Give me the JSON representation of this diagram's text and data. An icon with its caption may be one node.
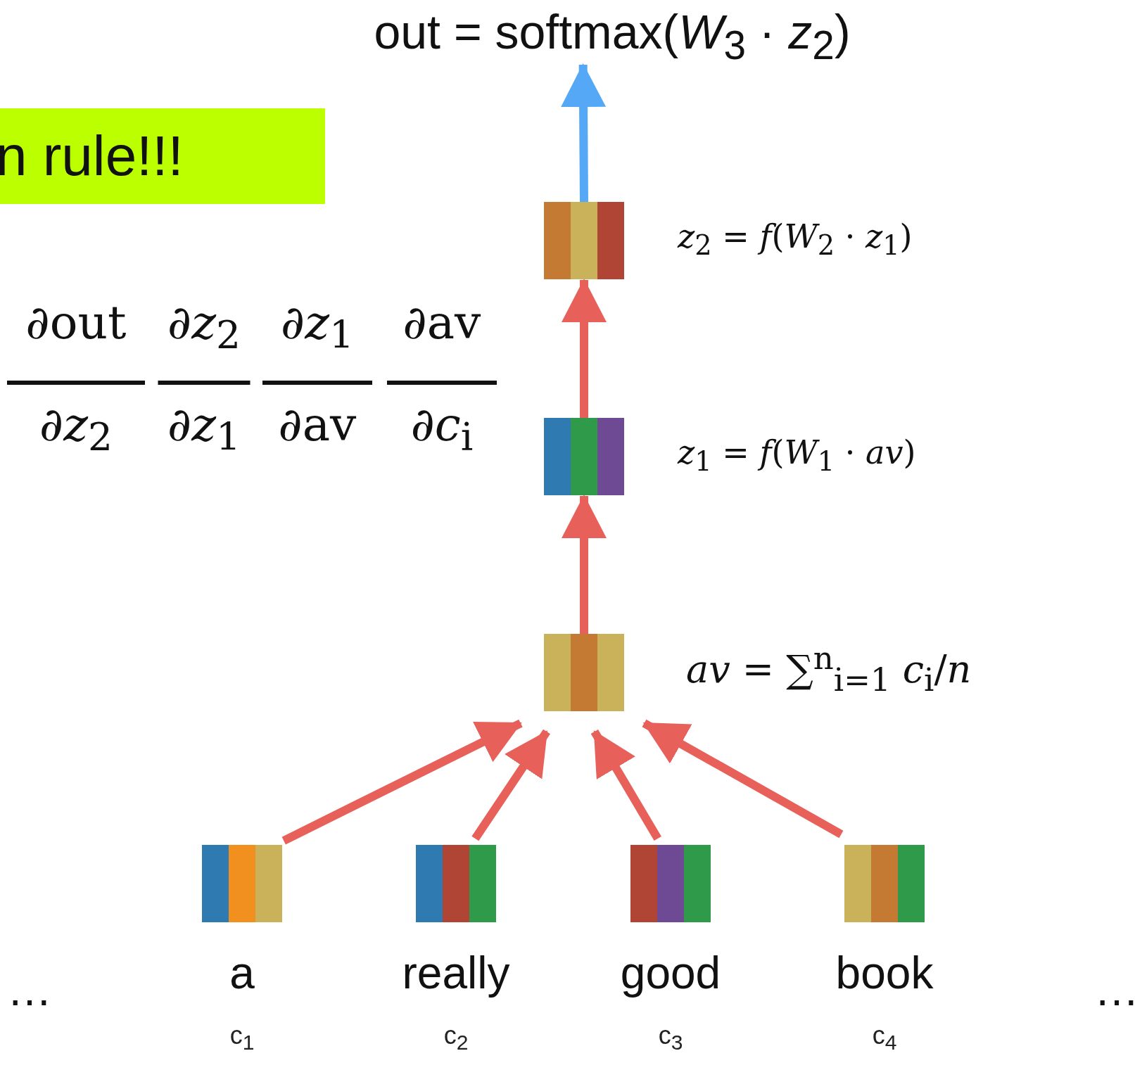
{
  "diagram": {
    "nodes": [
      {
        "text": [
          "out = softmax(*W*$_{3}$ · *z*$_{2}$)"
        ]
      },
      {
        "text": [
          "n rule!!!"
        ]
      },
      {
        "text": [],
        "shape": "box",
        "beside": [
          "*z*$_{2}$ = *f*(*W*$_{2}$ · *z*$_{1}$)"
        ]
      },
      {
        "text": [],
        "shape": "box",
        "beside": [
          "*z*$_{1}$ = *f*(*W*$_{1}$ · *av*)"
        ]
      },
      {
        "text": [],
        "shape": "box",
        "beside": [
          "*av* = ∑$^{n}$$_{i=1}$ *c*$_{i}$/*n*"
        ]
      },
      {
        "text": [],
        "shape": "box",
        "beside": [
          "a",
          "c$_{1}$"
        ]
      },
      {
        "text": [],
        "shape": "box",
        "beside": [
          "really",
          "c$_{2}$"
        ]
      },
      {
        "text": [],
        "shape": "box",
        "beside": [
          "good",
          "c$_{3}$"
        ]
      },
      {
        "text": [],
        "shape": "box",
        "beside": [
          "book",
          "c$_{4}$"
        ]
      }
    ],
    "edges": [
      {
        "from": 5,
        "to": 4,
        "arrow": "to"
      },
      {
        "from": 6,
        "to": 4,
        "arrow": "to"
      },
      {
        "from": 7,
        "to": 4,
        "arrow": "to"
      },
      {
        "from": 8,
        "to": 4,
        "arrow": "to"
      },
      {
        "from": 4,
        "to": 3,
        "arrow": "to"
      },
      {
        "from": 3,
        "to": 2,
        "arrow": "to"
      },
      {
        "from": 2,
        "to": 0,
        "arrow": "to",
        "color": "#55a8f5"
      }
    ],
    "labels": [
      "∂out",
      "∂*z*$_{2}$",
      "∂*z*$_{1}$",
      "∂av",
      "∂*z*$_{2}$",
      "∂*z*$_{1}$",
      "∂av",
      "∂*c*$_{i}$",
      "…",
      "…"
    ]
  }
}
